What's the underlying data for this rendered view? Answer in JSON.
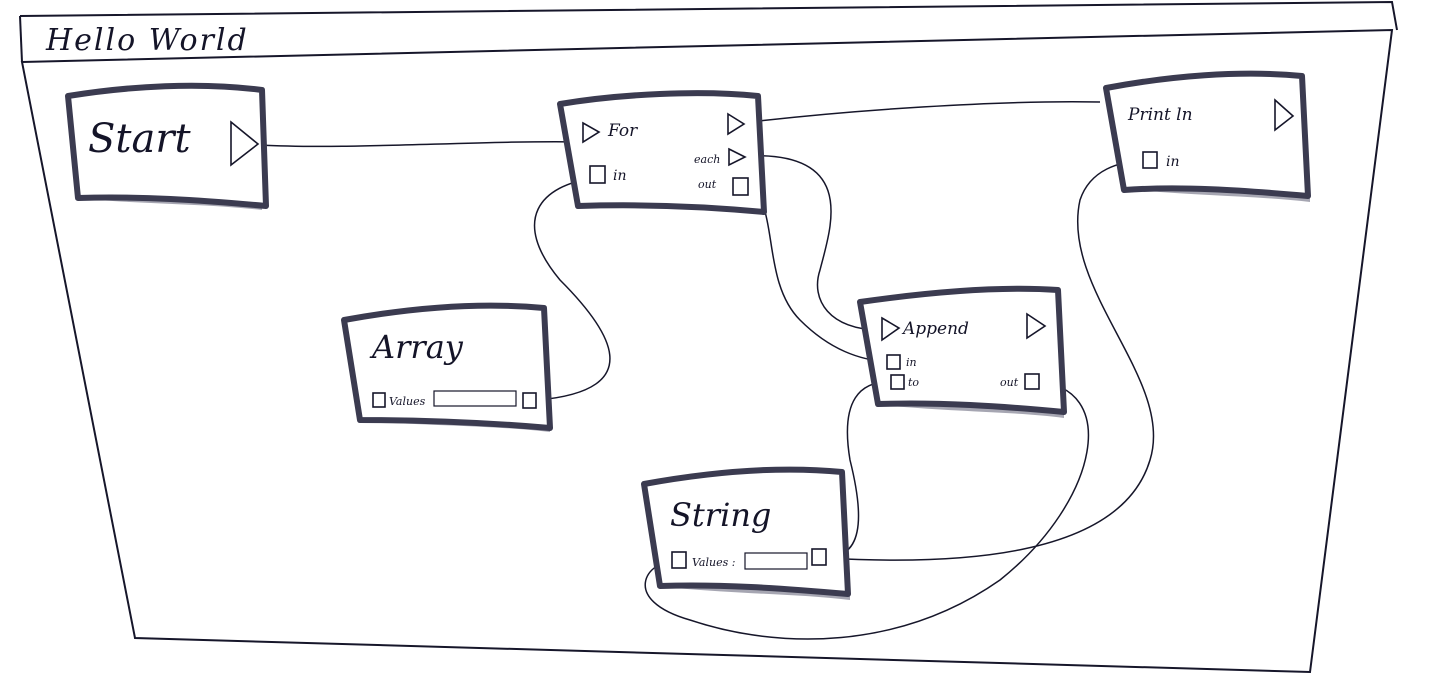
{
  "window": {
    "title": "Hello World"
  },
  "nodes": {
    "start": {
      "label": "Start"
    },
    "for": {
      "label": "For",
      "ports": {
        "in": "in",
        "each": "each",
        "out": "out"
      }
    },
    "println": {
      "label": "Print ln",
      "ports": {
        "in": "in"
      }
    },
    "array": {
      "label": "Array",
      "ports": {
        "values": "Values"
      }
    },
    "append": {
      "label": "Append",
      "ports": {
        "in": "in",
        "to": "to",
        "out": "out"
      }
    },
    "string": {
      "label": "String",
      "ports": {
        "values": "Values :"
      }
    }
  },
  "connections": [
    {
      "from": "Start",
      "to": "For"
    },
    {
      "from": "For",
      "to": "Print ln"
    },
    {
      "from": "Array",
      "to": "For in"
    },
    {
      "from": "For each",
      "to": "Append"
    },
    {
      "from": "For out",
      "to": "Append in"
    },
    {
      "from": "String",
      "to": "Append to"
    },
    {
      "from": "Append out",
      "to": "String Values"
    },
    {
      "from": "String",
      "to": "Print ln in"
    }
  ]
}
